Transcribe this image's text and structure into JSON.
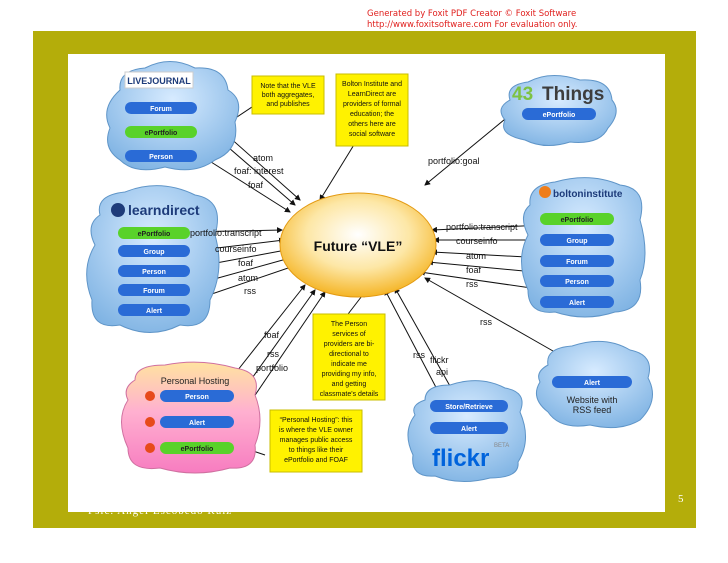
{
  "watermark": {
    "line1": "Generated by Foxit PDF Creator © Foxit Software",
    "line2": "http://www.foxitsoftware.com   For evaluation only."
  },
  "footer": {
    "author": "Psic. Angel Escobedo Ruiz",
    "page": "5"
  },
  "colors": {
    "frame": "#b4ad0a",
    "cloud": "#9fc8ee",
    "pill_blue": "#2a6bd6",
    "pill_green": "#59d22a",
    "note": "#fff200",
    "hub": "#f5b526"
  },
  "hub": {
    "label": "Future “VLE”"
  },
  "clouds": {
    "livejournal": {
      "logo": "LIVEJOURNAL",
      "items": [
        "Forum",
        "ePortfolio",
        "Person"
      ]
    },
    "learndirect": {
      "logo": "learndirect",
      "items": [
        "ePortfolio",
        "Group",
        "Person",
        "Forum",
        "Alert"
      ]
    },
    "things": {
      "logo_num": "43",
      "logo_word": "Things",
      "items": [
        "ePortfolio"
      ]
    },
    "bolton": {
      "logo": "boltoninstitute",
      "items": [
        "ePortfolio",
        "Group",
        "Forum",
        "Person",
        "Alert"
      ]
    },
    "hosting": {
      "title": "Personal Hosting",
      "items": [
        "Person",
        "Alert",
        "ePortfolio"
      ]
    },
    "flickr": {
      "items": [
        "Store/Retrieve",
        "Alert"
      ],
      "logo": "flickr",
      "beta": "BETA"
    },
    "website": {
      "items": [
        "Alert"
      ],
      "caption_1": "Website with",
      "caption_2": "RSS feed"
    }
  },
  "notes": {
    "vle": [
      "Note that the VLE",
      "both aggregates,",
      "and publishes"
    ],
    "bolton": [
      "Bolton Institute and",
      "LearnDirect are",
      "providers of formal",
      "education; the",
      "others here are",
      "social software"
    ],
    "person": [
      "The Person",
      "services of",
      "providers are bi-",
      "directional to",
      "indicate me",
      "providing my info,",
      "and getting",
      "classmate's details"
    ],
    "hosting": [
      "“Personal Hosting”: this",
      "is where the VLE owner",
      "manages public access",
      "to things like their",
      "ePortfolio and FOAF"
    ]
  },
  "edges": {
    "lj": [
      "atom",
      "foaf: interest",
      "foaf"
    ],
    "ld": [
      "portfolio:transcript",
      "courseinfo",
      "foaf",
      "atom",
      "rss"
    ],
    "things": [
      "portfolio:goal"
    ],
    "bolton": [
      "portfolio:transcript",
      "courseinfo",
      "atom",
      "foaf",
      "rss"
    ],
    "hosting": [
      "foaf",
      "rss",
      "portfolio"
    ],
    "flickr": [
      "rss",
      "flickr",
      "api"
    ],
    "website": [
      "rss"
    ]
  }
}
